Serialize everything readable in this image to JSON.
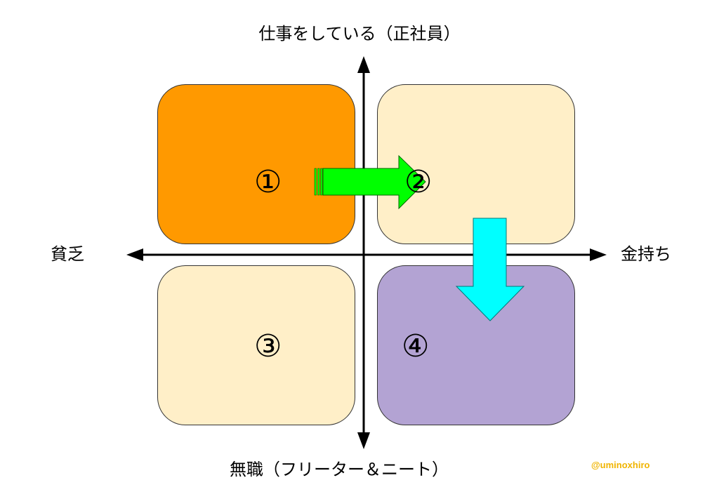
{
  "axes": {
    "top": "仕事をしている（正社員）",
    "bottom": "無職（フリーター＆ニート）",
    "left": "貧乏",
    "right": "金持ち"
  },
  "quadrants": [
    {
      "label": "①",
      "color": "#ff9900"
    },
    {
      "label": "②",
      "color": "#ffefc8"
    },
    {
      "label": "③",
      "color": "#ffefc8"
    },
    {
      "label": "④",
      "color": "#b3a3d3"
    }
  ],
  "credit": "@uminoxhiro",
  "colors": {
    "arrow_green": "#00ff00",
    "arrow_cyan": "#00ffff",
    "credit": "#f0b400"
  }
}
